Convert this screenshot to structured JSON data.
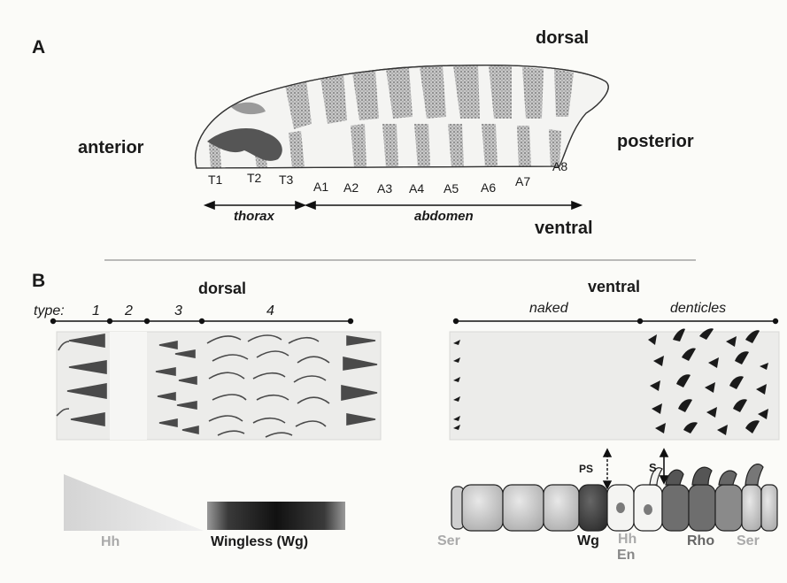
{
  "panel_a": {
    "letter": "A",
    "orientation": {
      "dorsal": "dorsal",
      "ventral": "ventral",
      "anterior": "anterior",
      "posterior": "posterior"
    },
    "segments": [
      "T1",
      "T2",
      "T3",
      "A1",
      "A2",
      "A3",
      "A4",
      "A5",
      "A6",
      "A7",
      "A8"
    ],
    "regions": {
      "thorax": "thorax",
      "abdomen": "abdomen"
    }
  },
  "panel_b": {
    "letter": "B",
    "dorsal": {
      "title": "dorsal",
      "type_label": "type:",
      "types": [
        "1",
        "2",
        "3",
        "4"
      ]
    },
    "ventral": {
      "title": "ventral",
      "zones": [
        "naked",
        "denticles"
      ]
    },
    "gradients": {
      "hh": "Hh",
      "wg": "Wingless (Wg)"
    },
    "cells": {
      "arrow_ps": "PS",
      "arrow_s": "S",
      "labels": {
        "ser_left": "Ser",
        "wg": "Wg",
        "hh": "Hh",
        "en": "En",
        "rho": "Rho",
        "ser_right": "Ser"
      }
    }
  }
}
